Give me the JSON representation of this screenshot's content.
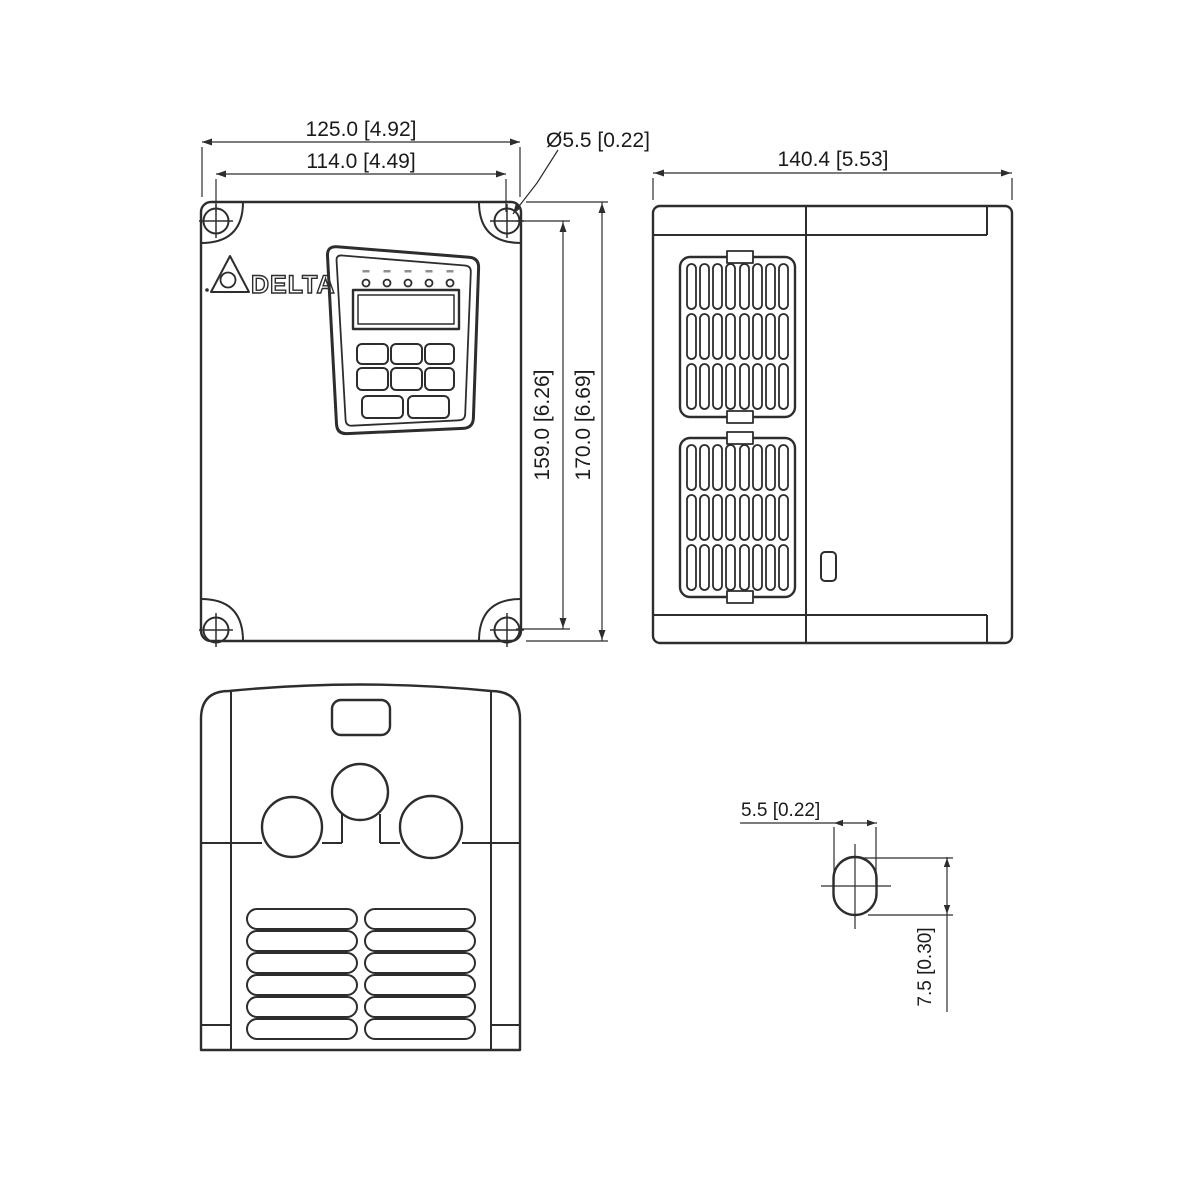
{
  "brand": {
    "logo_text": "DELTA"
  },
  "front_view": {
    "dim_width_overall": "125.0 [4.92]",
    "dim_width_mounting": "114.0 [4.49]",
    "dim_hole_diameter": "Ø5.5 [0.22]",
    "dim_height_mounting": "159.0 [6.26]",
    "dim_height_overall": "170.0 [6.69]",
    "led_count": 5,
    "keypad_button_count": 8
  },
  "side_view": {
    "dim_depth_overall": "140.4 [5.53]"
  },
  "hole_detail": {
    "dim_slot_width": "5.5 [0.22]",
    "dim_slot_height": "7.5 [0.30]"
  }
}
